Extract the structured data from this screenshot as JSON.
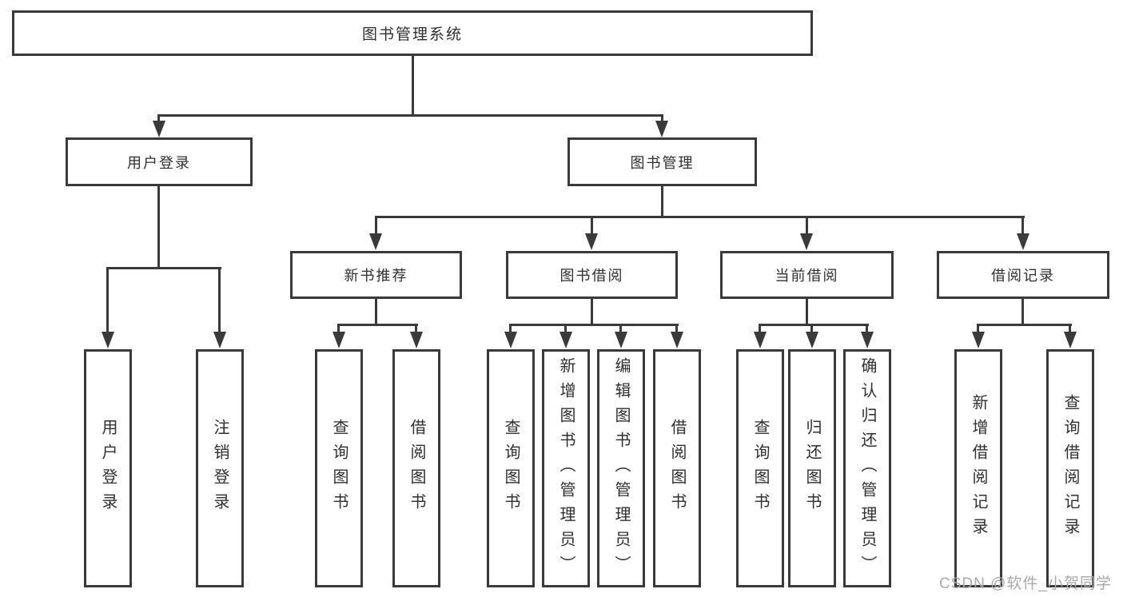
{
  "diagram": {
    "root": {
      "label": "图书管理系统"
    },
    "branches": [
      {
        "label": "用户登录",
        "children": [
          {
            "label": "用户登录"
          },
          {
            "label": "注销登录"
          }
        ]
      },
      {
        "label": "图书管理",
        "children": [
          {
            "label": "新书推荐",
            "children": [
              {
                "label": "查询图书"
              },
              {
                "label": "借阅图书"
              }
            ]
          },
          {
            "label": "图书借阅",
            "children": [
              {
                "label": "查询图书"
              },
              {
                "label": "新增图书（管理员）"
              },
              {
                "label": "编辑图书（管理员）"
              },
              {
                "label": "借阅图书"
              }
            ]
          },
          {
            "label": "当前借阅",
            "children": [
              {
                "label": "查询图书"
              },
              {
                "label": "归还图书"
              },
              {
                "label": "确认归还（管理员）"
              }
            ]
          },
          {
            "label": "借阅记录",
            "children": [
              {
                "label": "新增借阅记录"
              },
              {
                "label": "查询借阅记录"
              }
            ]
          }
        ]
      }
    ]
  },
  "watermark": {
    "text": "CSDN @软件_小贺同学"
  },
  "colors": {
    "line": "#3a3a3a",
    "text": "#2f2f2f",
    "background": "#ffffff",
    "watermark": "#a9a9a9"
  }
}
